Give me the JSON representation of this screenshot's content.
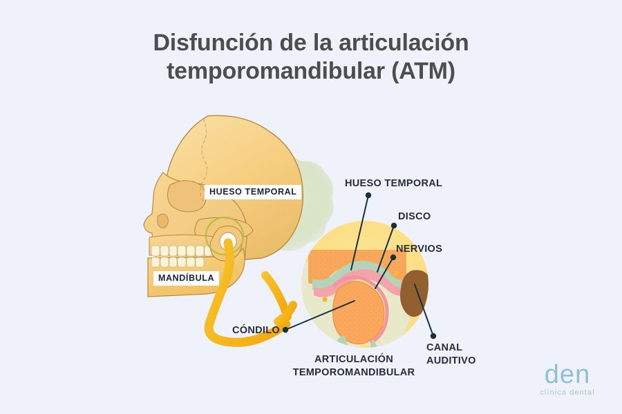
{
  "page": {
    "background_color": "#eff2fb",
    "language": "es"
  },
  "title": {
    "line1": "Disfunción de la articulación",
    "line2": "temporomandibular (ATM)",
    "color": "#4b4e4b"
  },
  "skull_diagram": {
    "labels": [
      {
        "id": "hueso-temporal-skull",
        "text": "HUESO TEMPORAL",
        "style": "boxed"
      },
      {
        "id": "mandibula",
        "text": "MANDÍBULA",
        "style": "boxed"
      }
    ],
    "colors": {
      "bone": "#f6cf81",
      "bone_shadow": "#e3b25f",
      "bone_outline": "#b98a3f",
      "temporal_highlight": "#d9e3c4",
      "teeth": "#fbf3d6",
      "joint_circle": "#b9bf3f"
    }
  },
  "arrow": {
    "name": "zoom-arrow",
    "color": "#f5b91f",
    "description": "flecha curva que conecta la articulación del cráneo con el detalle ampliado"
  },
  "tmj_detail": {
    "circle_color": "#fbe08a",
    "callouts": [
      {
        "id": "hueso-temporal-dia",
        "text": "HUESO TEMPORAL"
      },
      {
        "id": "disco",
        "text": "DISCO"
      },
      {
        "id": "nervios",
        "text": "NERVIOS"
      },
      {
        "id": "condilo",
        "text": "CÓNDILO"
      },
      {
        "id": "canal-auditivo",
        "line1": "CANAL",
        "line2": "AUDITIVO"
      }
    ],
    "caption": {
      "line1": "ARTICULACIÓN",
      "line2": "TEMPOROMANDIBULAR"
    },
    "colors": {
      "bone": "#f8a85c",
      "bone_light": "#fbbd7a",
      "disc": "#b8d6bc",
      "capsule": "#f3a0a8",
      "soft_tissue": "#e3e6cb",
      "ear_canal": "#925f2f",
      "leader_line": "#16303f"
    }
  },
  "logo": {
    "mark": "den",
    "subtitle": "clínica dental",
    "color": "#8fc0d8"
  }
}
